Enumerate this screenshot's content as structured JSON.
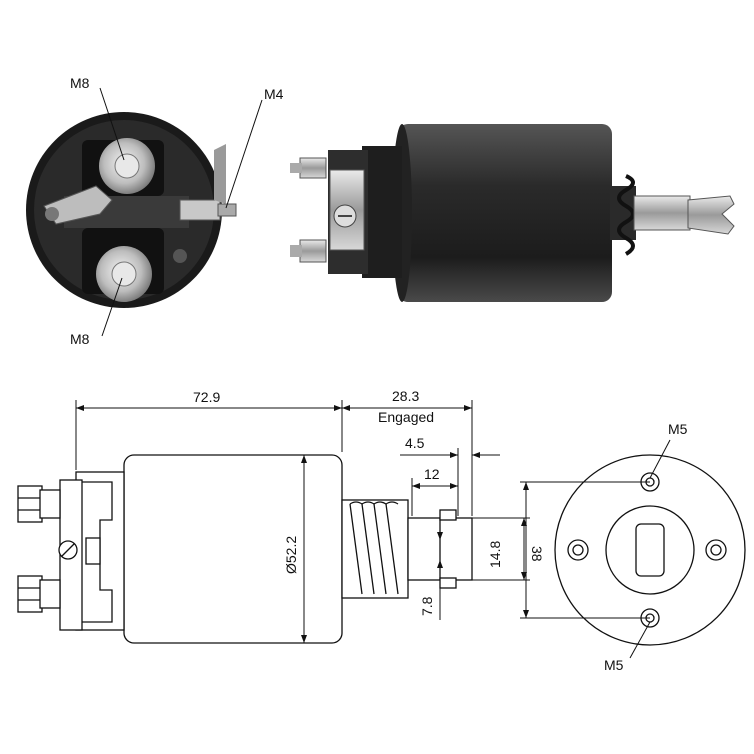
{
  "photo_labels": {
    "top_terminal": "M8",
    "small_terminal": "M4",
    "bottom_terminal": "M8"
  },
  "dimensions": {
    "body_length": "72.9",
    "plunger_travel": "28.3",
    "plunger_state": "Engaged",
    "slot_width": "4.5",
    "slot_offset": "12",
    "body_diameter": "Ø52.2",
    "plunger_dia": "14.8",
    "groove_dia": "7.8",
    "mount_spacing": "38",
    "mount_thread_top": "M5",
    "mount_thread_bottom": "M5"
  },
  "colors": {
    "body_dark": "#2b2b2b",
    "metal_light": "#cfcfcf",
    "line": "#111111"
  }
}
